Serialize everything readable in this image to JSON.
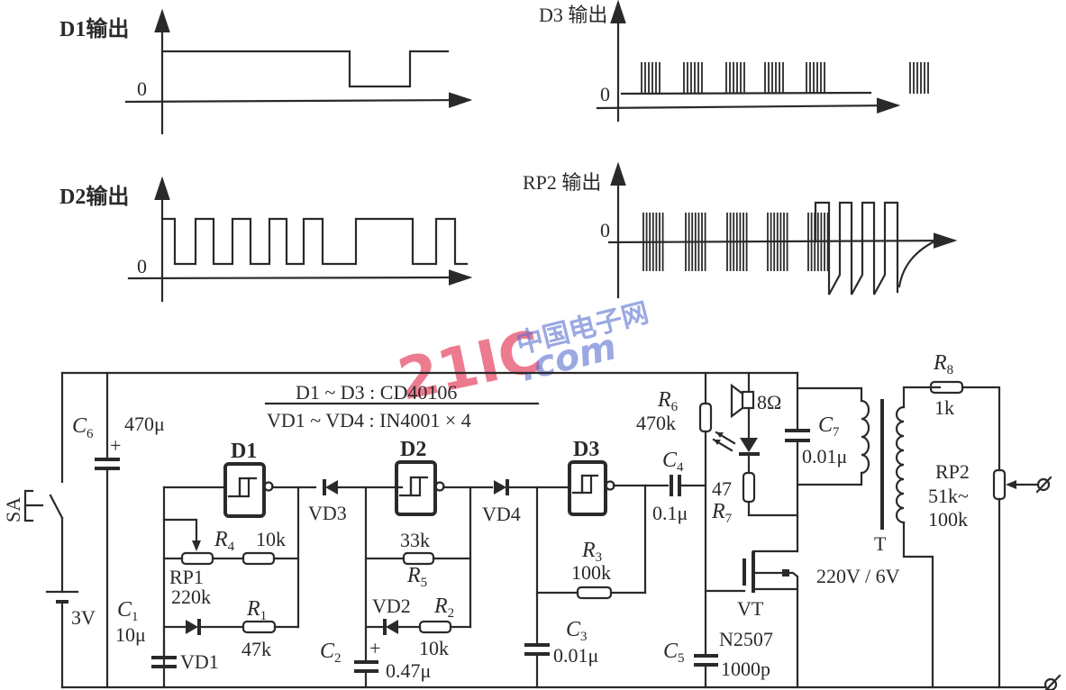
{
  "waveforms": {
    "d1": {
      "label": "D1输出",
      "zero": "0",
      "levels": [
        1,
        1,
        1,
        0,
        1
      ],
      "edges_frac": [
        0.0,
        0.63,
        0.83,
        0.95
      ]
    },
    "d2": {
      "label": "D2输出",
      "zero": "0"
    },
    "d3": {
      "label": "D3 输出",
      "zero": "0",
      "burst_count": 6,
      "bursts": 5
    },
    "rp2": {
      "label": "RP2 输出",
      "zero": "0",
      "bursts": 5,
      "pulses": 4
    }
  },
  "watermark": {
    "red": "21IC",
    "blue_top": "中国电子网",
    "blue_bottom": ".com"
  },
  "circuit": {
    "note_line1": "D1 ~ D3 : CD40106",
    "note_line2": "VD1 ~ VD4 : IN4001 × 4",
    "switch": "SA",
    "battery": "3V",
    "c6": {
      "name": "C",
      "sub": "6",
      "value": "470μ"
    },
    "c1": {
      "name": "C",
      "sub": "1",
      "value": "10μ"
    },
    "c2": {
      "name": "C",
      "sub": "2",
      "value": "0.47μ"
    },
    "c3": {
      "name": "C",
      "sub": "3",
      "value": "0.01μ"
    },
    "c4": {
      "name": "C",
      "sub": "4",
      "value": "0.1μ"
    },
    "c5": {
      "name": "C",
      "sub": "5",
      "value": "1000p"
    },
    "c7": {
      "name": "C",
      "sub": "7",
      "value": "0.01μ"
    },
    "d1": "D1",
    "d2": "D2",
    "d3": "D3",
    "vd1": "VD1",
    "vd2": "VD2",
    "vd3": "VD3",
    "vd4": "VD4",
    "r1": {
      "name": "R",
      "sub": "1",
      "value": "47k"
    },
    "r2": {
      "name": "R",
      "sub": "2",
      "value": "10k"
    },
    "r3": {
      "name": "R",
      "sub": "3",
      "value": "100k"
    },
    "r4": {
      "name": "R",
      "sub": "4",
      "value": "10k"
    },
    "r5": {
      "name": "R",
      "sub": "5",
      "value": "33k"
    },
    "r6": {
      "name": "R",
      "sub": "6",
      "value": "470k"
    },
    "r7": {
      "name": "R",
      "sub": "7",
      "value": "47"
    },
    "r8": {
      "name": "R",
      "sub": "8",
      "value": "1k"
    },
    "rp1": {
      "name": "RP1",
      "value": "220k"
    },
    "rp2": {
      "name": "RP2",
      "value1": "51k~",
      "value2": "100k"
    },
    "speaker": "8Ω",
    "vt": {
      "name": "VT",
      "part": "N2507"
    },
    "transformer": {
      "name": "T",
      "ratio": "220V / 6V"
    },
    "terminal": "⌀"
  }
}
